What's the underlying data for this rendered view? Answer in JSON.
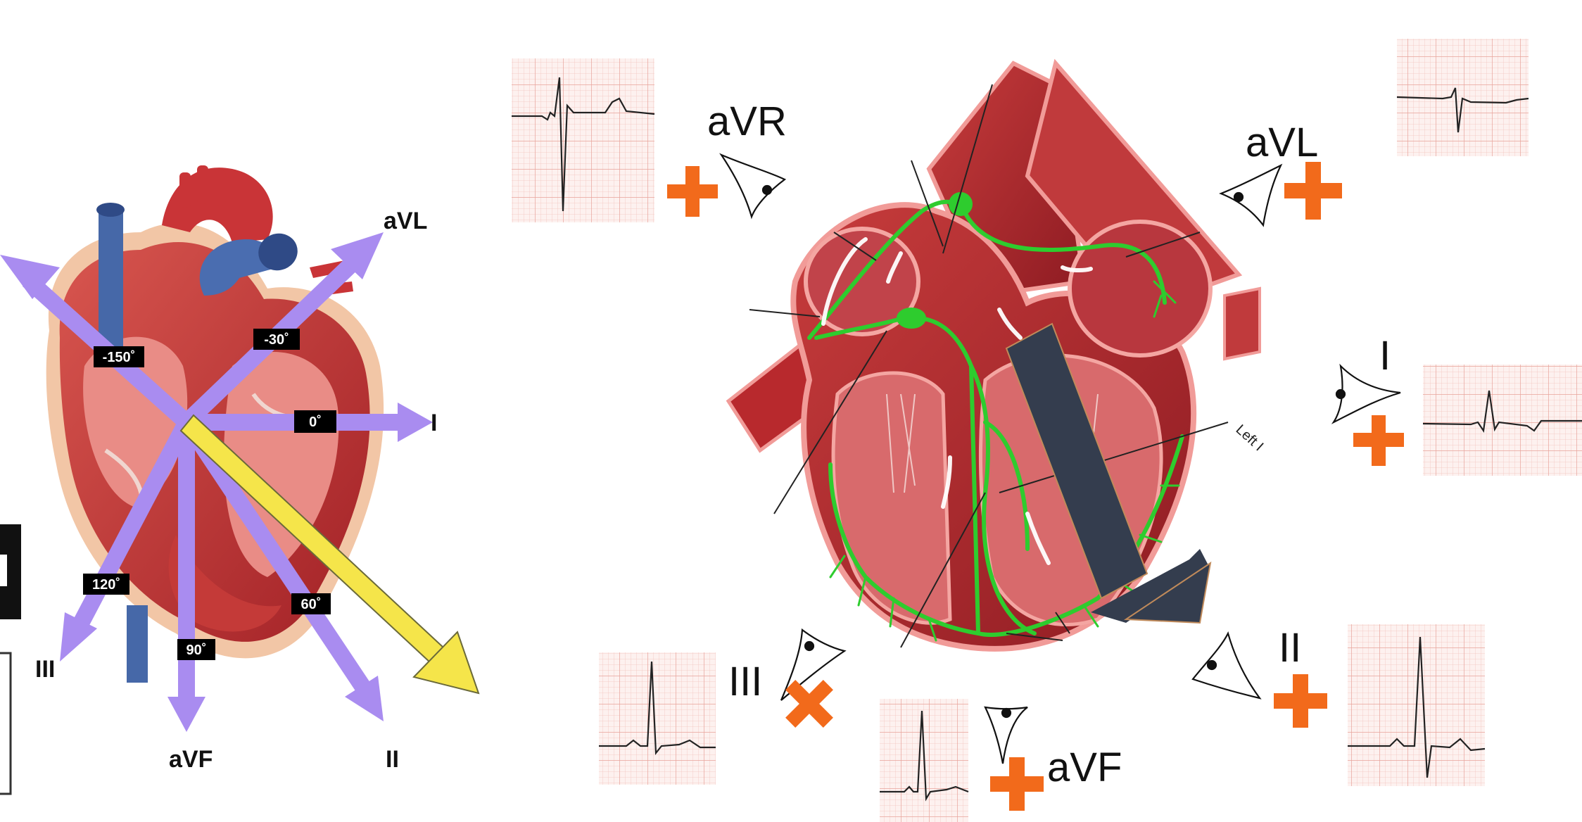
{
  "left_diagram": {
    "lead_labels": {
      "aVL": "aVL",
      "I": "I",
      "III": "III",
      "aVF": "aVF",
      "II": "II"
    },
    "angle_labels": {
      "minus150": "-150˚",
      "minus30": "-30˚",
      "zero": "0˚",
      "a120": "120˚",
      "a90": "90˚",
      "a60": "60˚"
    },
    "colors": {
      "lead_arrow": "#a98cf0",
      "axis_arrow": "#f5e54a",
      "label_box": "#000000"
    }
  },
  "right_diagram": {
    "lead_labels": {
      "aVR": "aVR",
      "aVL": "aVL",
      "I": "I",
      "III": "III",
      "aVF": "aVF",
      "II": "II"
    },
    "anatomy_label": "Left I",
    "colors": {
      "plus_sign": "#f26a1b",
      "mean_axis_arrow": "#343d4e",
      "conduction_system": "#2ecc2e",
      "ecg_grid": "#f4c9c4"
    }
  }
}
